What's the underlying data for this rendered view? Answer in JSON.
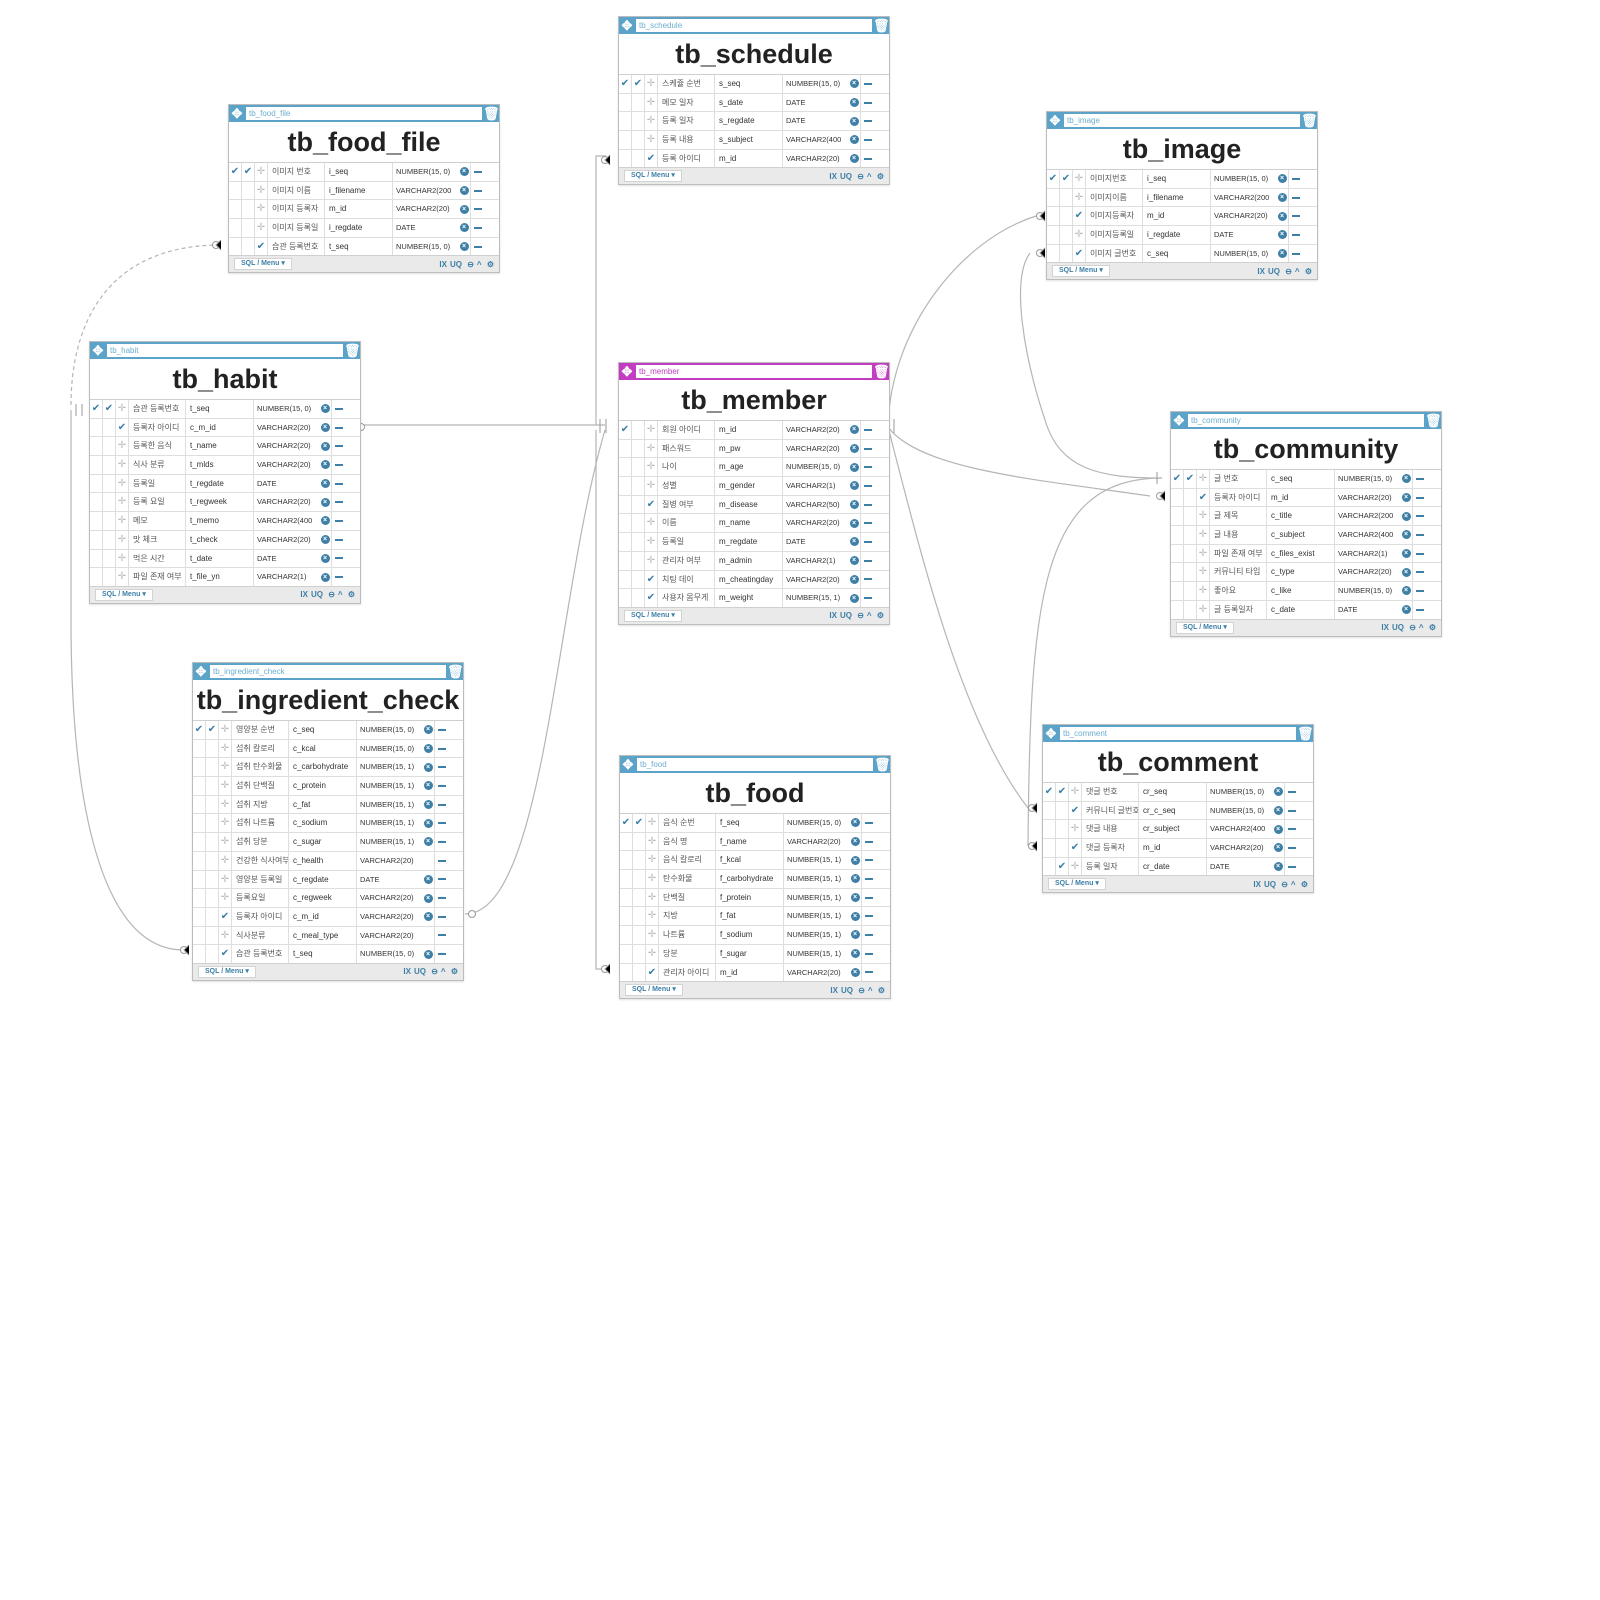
{
  "ui": {
    "menu_label": "SQL / Menu",
    "ix": "IX",
    "uq": "UQ"
  },
  "tables": [
    {
      "id": "tb_schedule",
      "name": "tb_schedule",
      "columns": [
        {
          "kr": "스케쥴 순번",
          "name": "s_seq",
          "type": "NUMBER(15, 0)",
          "pk": true,
          "nn": true,
          "fk": false,
          "x": true
        },
        {
          "kr": "메모 일자",
          "name": "s_date",
          "type": "DATE",
          "pk": false,
          "nn": false,
          "fk": false,
          "x": true
        },
        {
          "kr": "등록 일자",
          "name": "s_regdate",
          "type": "DATE",
          "pk": false,
          "nn": false,
          "fk": false,
          "x": true
        },
        {
          "kr": "등록 내용",
          "name": "s_subject",
          "type": "VARCHAR2(400",
          "pk": false,
          "nn": false,
          "fk": false,
          "x": true
        },
        {
          "kr": "등록 아이디",
          "name": "m_id",
          "type": "VARCHAR2(20)",
          "pk": false,
          "nn": false,
          "fk": true,
          "x": true
        }
      ]
    },
    {
      "id": "tb_food_file",
      "name": "tb_food_file",
      "columns": [
        {
          "kr": "이미지 번호",
          "name": "i_seq",
          "type": "NUMBER(15, 0)",
          "pk": true,
          "nn": true,
          "fk": false,
          "x": true
        },
        {
          "kr": "이미지 이름",
          "name": "i_filename",
          "type": "VARCHAR2(200",
          "pk": false,
          "nn": false,
          "fk": false,
          "x": true
        },
        {
          "kr": "이미지 등록자",
          "name": "m_id",
          "type": "VARCHAR2(20)",
          "pk": false,
          "nn": false,
          "fk": false,
          "x": true
        },
        {
          "kr": "이미지 등록일",
          "name": "i_regdate",
          "type": "DATE",
          "pk": false,
          "nn": false,
          "fk": false,
          "x": true
        },
        {
          "kr": "습관 등록번호",
          "name": "t_seq",
          "type": "NUMBER(15, 0)",
          "pk": false,
          "nn": false,
          "fk": true,
          "x": true
        }
      ]
    },
    {
      "id": "tb_image",
      "name": "tb_image",
      "columns": [
        {
          "kr": "이미지번호",
          "name": "i_seq",
          "type": "NUMBER(15, 0)",
          "pk": true,
          "nn": true,
          "fk": false,
          "x": true
        },
        {
          "kr": "이미지이름",
          "name": "i_filename",
          "type": "VARCHAR2(200",
          "pk": false,
          "nn": false,
          "fk": false,
          "x": true
        },
        {
          "kr": "이미지등록자",
          "name": "m_id",
          "type": "VARCHAR2(20)",
          "pk": false,
          "nn": false,
          "fk": true,
          "x": true
        },
        {
          "kr": "이미지등록일",
          "name": "i_regdate",
          "type": "DATE",
          "pk": false,
          "nn": false,
          "fk": false,
          "x": true
        },
        {
          "kr": "이미지 글번호",
          "name": "c_seq",
          "type": "NUMBER(15, 0)",
          "pk": false,
          "nn": false,
          "fk": true,
          "x": true
        }
      ]
    },
    {
      "id": "tb_habit",
      "name": "tb_habit",
      "columns": [
        {
          "kr": "습관 등록번호",
          "name": "t_seq",
          "type": "NUMBER(15, 0)",
          "pk": true,
          "nn": true,
          "fk": false,
          "x": true
        },
        {
          "kr": "등록자 아이디",
          "name": "c_m_id",
          "type": "VARCHAR2(20)",
          "pk": false,
          "nn": false,
          "fk": true,
          "x": true
        },
        {
          "kr": "등록한 음식",
          "name": "t_name",
          "type": "VARCHAR2(20)",
          "pk": false,
          "nn": false,
          "fk": false,
          "x": true
        },
        {
          "kr": "식사 분류",
          "name": "t_mlds",
          "type": "VARCHAR2(20)",
          "pk": false,
          "nn": false,
          "fk": false,
          "x": true
        },
        {
          "kr": "등록일",
          "name": "t_regdate",
          "type": "DATE",
          "pk": false,
          "nn": false,
          "fk": false,
          "x": true
        },
        {
          "kr": "등록 요일",
          "name": "t_regweek",
          "type": "VARCHAR2(20)",
          "pk": false,
          "nn": false,
          "fk": false,
          "x": true
        },
        {
          "kr": "메모",
          "name": "t_memo",
          "type": "VARCHAR2(400",
          "pk": false,
          "nn": false,
          "fk": false,
          "x": true
        },
        {
          "kr": "맛 체크",
          "name": "t_check",
          "type": "VARCHAR2(20)",
          "pk": false,
          "nn": false,
          "fk": false,
          "x": true
        },
        {
          "kr": "먹은 시간",
          "name": "t_date",
          "type": "DATE",
          "pk": false,
          "nn": false,
          "fk": false,
          "x": true
        },
        {
          "kr": "파일 존재 여부",
          "name": "t_file_yn",
          "type": "VARCHAR2(1)",
          "pk": false,
          "nn": false,
          "fk": false,
          "x": true
        }
      ]
    },
    {
      "id": "tb_member",
      "name": "tb_member",
      "columns": [
        {
          "kr": "회원 아이디",
          "name": "m_id",
          "type": "VARCHAR2(20)",
          "pk": true,
          "nn": false,
          "fk": false,
          "x": true
        },
        {
          "kr": "패스워드",
          "name": "m_pw",
          "type": "VARCHAR2(20)",
          "pk": false,
          "nn": false,
          "fk": false,
          "x": true
        },
        {
          "kr": "나이",
          "name": "m_age",
          "type": "NUMBER(15, 0)",
          "pk": false,
          "nn": false,
          "fk": false,
          "x": true
        },
        {
          "kr": "성별",
          "name": "m_gender",
          "type": "VARCHAR2(1)",
          "pk": false,
          "nn": false,
          "fk": false,
          "x": true
        },
        {
          "kr": "질병 여부",
          "name": "m_disease",
          "type": "VARCHAR2(50)",
          "pk": false,
          "nn": false,
          "fk": true,
          "x": true
        },
        {
          "kr": "이름",
          "name": "m_name",
          "type": "VARCHAR2(20)",
          "pk": false,
          "nn": false,
          "fk": false,
          "x": true
        },
        {
          "kr": "등록일",
          "name": "m_regdate",
          "type": "DATE",
          "pk": false,
          "nn": false,
          "fk": false,
          "x": true
        },
        {
          "kr": "관리자 여부",
          "name": "m_admin",
          "type": "VARCHAR2(1)",
          "pk": false,
          "nn": false,
          "fk": false,
          "x": true
        },
        {
          "kr": "치팅 데이",
          "name": "m_cheatingday",
          "type": "VARCHAR2(20)",
          "pk": false,
          "nn": false,
          "fk": true,
          "x": true
        },
        {
          "kr": "사용자 몸무게",
          "name": "m_weight",
          "type": "NUMBER(15, 1)",
          "pk": false,
          "nn": false,
          "fk": true,
          "x": true
        }
      ]
    },
    {
      "id": "tb_community",
      "name": "tb_community",
      "columns": [
        {
          "kr": "글 번호",
          "name": "c_seq",
          "type": "NUMBER(15, 0)",
          "pk": true,
          "nn": true,
          "fk": false,
          "x": true
        },
        {
          "kr": "등록자 아이디",
          "name": "m_id",
          "type": "VARCHAR2(20)",
          "pk": false,
          "nn": false,
          "fk": true,
          "x": true
        },
        {
          "kr": "글 제목",
          "name": "c_title",
          "type": "VARCHAR2(200",
          "pk": false,
          "nn": false,
          "fk": false,
          "x": true
        },
        {
          "kr": "글 내용",
          "name": "c_subject",
          "type": "VARCHAR2(400",
          "pk": false,
          "nn": false,
          "fk": false,
          "x": true
        },
        {
          "kr": "파일 존재 여부",
          "name": "c_files_exist",
          "type": "VARCHAR2(1)",
          "pk": false,
          "nn": false,
          "fk": false,
          "x": true
        },
        {
          "kr": "커뮤니티 타입",
          "name": "c_type",
          "type": "VARCHAR2(20)",
          "pk": false,
          "nn": false,
          "fk": false,
          "x": true
        },
        {
          "kr": "좋아요",
          "name": "c_like",
          "type": "NUMBER(15, 0)",
          "pk": false,
          "nn": false,
          "fk": false,
          "x": true
        },
        {
          "kr": "글 등록일자",
          "name": "c_date",
          "type": "DATE",
          "pk": false,
          "nn": false,
          "fk": false,
          "x": true
        }
      ]
    },
    {
      "id": "tb_ingredient_check",
      "name": "tb_ingredient_check",
      "columns": [
        {
          "kr": "영양분 순번",
          "name": "c_seq",
          "type": "NUMBER(15, 0)",
          "pk": true,
          "nn": true,
          "fk": false,
          "x": true
        },
        {
          "kr": "섭취 칼로리",
          "name": "c_kcal",
          "type": "NUMBER(15, 0)",
          "pk": false,
          "nn": false,
          "fk": false,
          "x": true
        },
        {
          "kr": "섭취 탄수화물",
          "name": "c_carbohydrate",
          "type": "NUMBER(15, 1)",
          "pk": false,
          "nn": false,
          "fk": false,
          "x": true
        },
        {
          "kr": "섭취 단백질",
          "name": "c_protein",
          "type": "NUMBER(15, 1)",
          "pk": false,
          "nn": false,
          "fk": false,
          "x": true
        },
        {
          "kr": "섭취 지방",
          "name": "c_fat",
          "type": "NUMBER(15, 1)",
          "pk": false,
          "nn": false,
          "fk": false,
          "x": true
        },
        {
          "kr": "섭취 나트륨",
          "name": "c_sodium",
          "type": "NUMBER(15, 1)",
          "pk": false,
          "nn": false,
          "fk": false,
          "x": true
        },
        {
          "kr": "섭취 당분",
          "name": "c_sugar",
          "type": "NUMBER(15, 1)",
          "pk": false,
          "nn": false,
          "fk": false,
          "x": true
        },
        {
          "kr": "건강한 식사여부",
          "name": "c_health",
          "type": "VARCHAR2(20)",
          "pk": false,
          "nn": false,
          "fk": false,
          "x": false
        },
        {
          "kr": "영양분 등록일",
          "name": "c_regdate",
          "type": "DATE",
          "pk": false,
          "nn": false,
          "fk": false,
          "x": true
        },
        {
          "kr": "등록요일",
          "name": "c_regweek",
          "type": "VARCHAR2(20)",
          "pk": false,
          "nn": false,
          "fk": false,
          "x": true
        },
        {
          "kr": "등록자 아이디",
          "name": "c_m_id",
          "type": "VARCHAR2(20)",
          "pk": false,
          "nn": false,
          "fk": true,
          "x": true
        },
        {
          "kr": "식사분류",
          "name": "c_meal_type",
          "type": "VARCHAR2(20)",
          "pk": false,
          "nn": false,
          "fk": false,
          "x": false
        },
        {
          "kr": "습관 등록번호",
          "name": "t_seq",
          "type": "NUMBER(15, 0)",
          "pk": false,
          "nn": false,
          "fk": true,
          "x": true
        }
      ]
    },
    {
      "id": "tb_food",
      "name": "tb_food",
      "columns": [
        {
          "kr": "음식 순번",
          "name": "f_seq",
          "type": "NUMBER(15, 0)",
          "pk": true,
          "nn": true,
          "fk": false,
          "x": true
        },
        {
          "kr": "음식 명",
          "name": "f_name",
          "type": "VARCHAR2(20)",
          "pk": false,
          "nn": false,
          "fk": false,
          "x": true
        },
        {
          "kr": "음식 칼로리",
          "name": "f_kcal",
          "type": "NUMBER(15, 1)",
          "pk": false,
          "nn": false,
          "fk": false,
          "x": true
        },
        {
          "kr": "탄수화물",
          "name": "f_carbohydrate",
          "type": "NUMBER(15, 1)",
          "pk": false,
          "nn": false,
          "fk": false,
          "x": true
        },
        {
          "kr": "단백질",
          "name": "f_protein",
          "type": "NUMBER(15, 1)",
          "pk": false,
          "nn": false,
          "fk": false,
          "x": true
        },
        {
          "kr": "지방",
          "name": "f_fat",
          "type": "NUMBER(15, 1)",
          "pk": false,
          "nn": false,
          "fk": false,
          "x": true
        },
        {
          "kr": "나트륨",
          "name": "f_sodium",
          "type": "NUMBER(15, 1)",
          "pk": false,
          "nn": false,
          "fk": false,
          "x": true
        },
        {
          "kr": "당분",
          "name": "f_sugar",
          "type": "NUMBER(15, 1)",
          "pk": false,
          "nn": false,
          "fk": false,
          "x": true
        },
        {
          "kr": "관리자 아이디",
          "name": "m_id",
          "type": "VARCHAR2(20)",
          "pk": false,
          "nn": false,
          "fk": true,
          "x": true
        }
      ]
    },
    {
      "id": "tb_comment",
      "name": "tb_comment",
      "columns": [
        {
          "kr": "댓글 번호",
          "name": "cr_seq",
          "type": "NUMBER(15, 0)",
          "pk": true,
          "nn": true,
          "fk": false,
          "x": true
        },
        {
          "kr": "커뮤니티 글번호",
          "name": "cr_c_seq",
          "type": "NUMBER(15, 0)",
          "pk": false,
          "nn": false,
          "fk": true,
          "x": true
        },
        {
          "kr": "댓글 내용",
          "name": "cr_subject",
          "type": "VARCHAR2(400",
          "pk": false,
          "nn": false,
          "fk": false,
          "x": true
        },
        {
          "kr": "댓글 등록자",
          "name": "m_id",
          "type": "VARCHAR2(20)",
          "pk": false,
          "nn": false,
          "fk": true,
          "x": true
        },
        {
          "kr": "등록 일자",
          "name": "cr_date",
          "type": "DATE",
          "pk": false,
          "nn": true,
          "fk": false,
          "x": true
        }
      ]
    }
  ],
  "colors": {
    "header": "#5ba3c9",
    "member_header": "#c23dc2",
    "line": "#b5b5b5"
  }
}
